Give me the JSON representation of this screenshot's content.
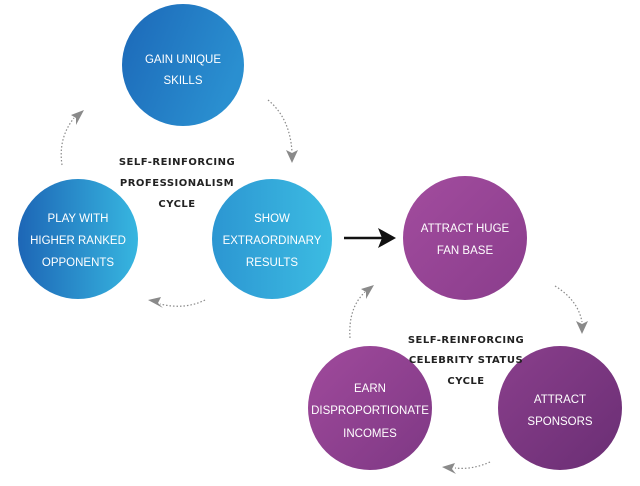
{
  "colors": {
    "blue_dark": "#1f6fbf",
    "blue_light": "#3ab8e0",
    "purple_light": "#a04a9c",
    "purple_dark": "#6e2f78",
    "arrow_gray": "#8a8a8a",
    "main_arrow": "#111111"
  },
  "professionalism_cycle": {
    "label": [
      "SELF-REINFORCING",
      "PROFESSIONALISM",
      "CYCLE"
    ],
    "nodes": [
      {
        "id": "gain-unique-skills",
        "lines": [
          "GAIN UNIQUE",
          "SKILLS"
        ]
      },
      {
        "id": "show-extraordinary-results",
        "lines": [
          "SHOW",
          "EXTRAORDINARY",
          "RESULTS"
        ]
      },
      {
        "id": "play-with-higher-ranked-opponents",
        "lines": [
          "PLAY WITH",
          "HIGHER RANKED",
          "OPPONENTS"
        ]
      }
    ]
  },
  "celebrity_cycle": {
    "label": [
      "SELF-REINFORCING",
      "CELEBRITY STATUS",
      "CYCLE"
    ],
    "nodes": [
      {
        "id": "attract-huge-fan-base",
        "lines": [
          "ATTRACT HUGE",
          "FAN BASE"
        ]
      },
      {
        "id": "attract-sponsors",
        "lines": [
          "ATTRACT",
          "SPONSORS"
        ]
      },
      {
        "id": "earn-disproportionate-incomes",
        "lines": [
          "EARN",
          "DISPROPORTIONATE",
          "INCOMES"
        ]
      }
    ]
  },
  "connector": {
    "from": "show-extraordinary-results",
    "to": "attract-huge-fan-base"
  }
}
